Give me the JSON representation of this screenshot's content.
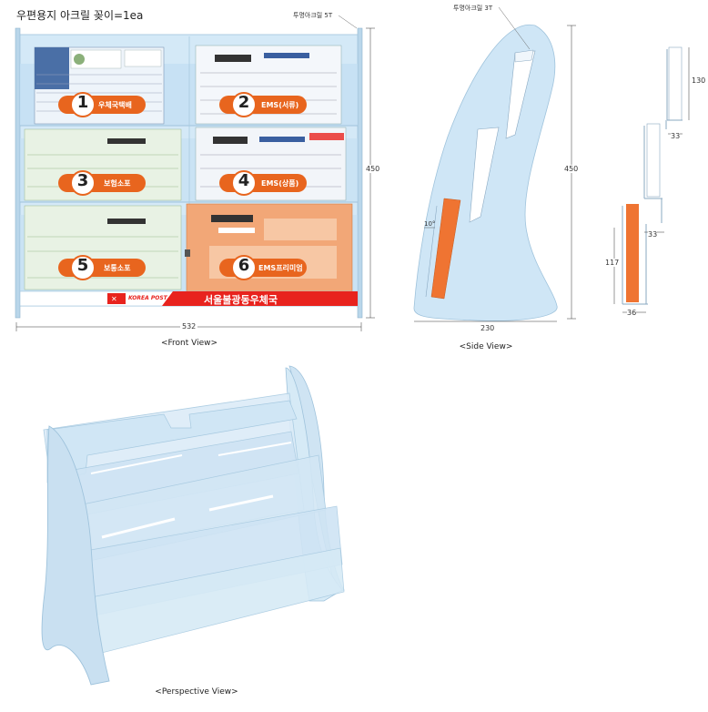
{
  "title": "우편용지 아크릴 꽂이=1ea",
  "front": {
    "caption": "<Front View>",
    "note": "투명아크릴 5T",
    "width": "532",
    "height": "450",
    "brand": "KOREA POST",
    "office": "서울불광동우체국",
    "slots": [
      {
        "num": "1",
        "label": "우체국택배"
      },
      {
        "num": "2",
        "label": "EMS(서류)"
      },
      {
        "num": "3",
        "label": "보험소포"
      },
      {
        "num": "4",
        "label": "EMS(상품)"
      },
      {
        "num": "5",
        "label": "보통소포"
      },
      {
        "num": "6",
        "label": "EMS프리미엄"
      }
    ]
  },
  "side": {
    "caption": "<Side View>",
    "note": "투명아크릴 3T",
    "height": "450",
    "depth": "230",
    "angle": "10°"
  },
  "detail": {
    "d130": "130",
    "d33a": "33",
    "d33b": "33",
    "d117": "117",
    "d36": "36"
  },
  "perspective": {
    "caption": "<Perspective View>"
  },
  "colors": {
    "acrylic": "#cfe6f6",
    "edge": "#9fc3dc",
    "badge": "#e8651e",
    "band": "#e8231e",
    "orange": "#ef7432"
  }
}
